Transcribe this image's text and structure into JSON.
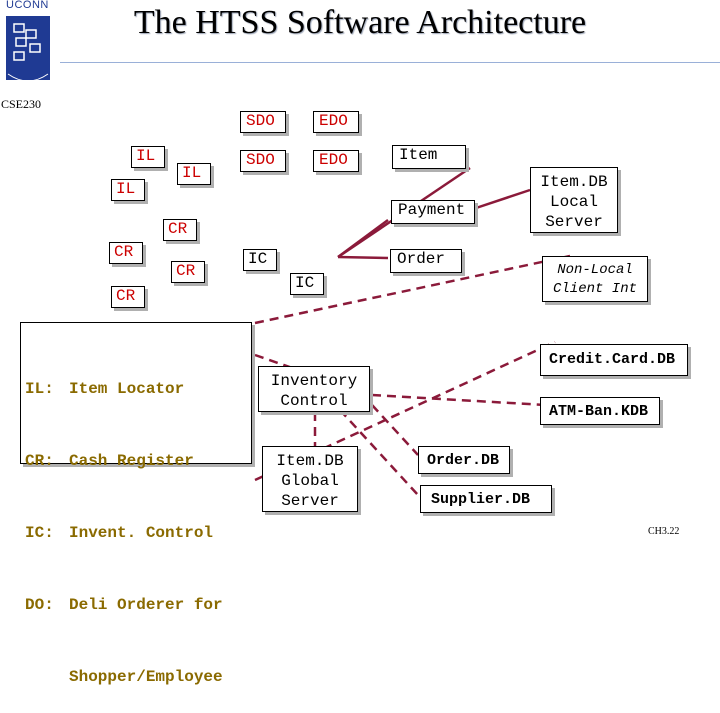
{
  "header": {
    "title": "The HTSS Software Architecture",
    "logo_text": "UCONN",
    "course": "CSE230",
    "slide_number": "CH3.22"
  },
  "colors": {
    "wire": "#8b1a3a",
    "label_red": "#cc0000",
    "legend_text": "#8a6a00"
  },
  "nodes": {
    "il1": "IL",
    "il2": "IL",
    "il3": "IL",
    "cr1": "CR",
    "cr2": "CR",
    "cr3": "CR",
    "cr4": "CR",
    "sdo1": "SDO",
    "sdo2": "SDO",
    "edo1": "EDO",
    "edo2": "EDO",
    "ic1": "IC",
    "ic2": "IC",
    "item": "Item",
    "payment": "Payment",
    "order": "Order",
    "itemdb_local": [
      "Item.DB",
      "Local",
      "Server"
    ],
    "nonlocal": [
      "Non-Local",
      "Client Int"
    ],
    "creditcard": "Credit.Card.DB",
    "atm": "ATM-Ban.KDB",
    "inventory": [
      "Inventory",
      "Control"
    ],
    "itemdb_global": [
      "Item.DB",
      "Global",
      "Server"
    ],
    "orderdb": "Order.DB",
    "supplierdb": "Supplier.DB"
  },
  "legend": [
    {
      "key": "IL:",
      "value": "Item Locator"
    },
    {
      "key": "CR:",
      "value": "Cash Register"
    },
    {
      "key": "IC:",
      "value": "Invent. Control"
    },
    {
      "key": "DO:",
      "value": "Deli Orderer for"
    },
    {
      "key": "",
      "value": "Shopper/Employee"
    }
  ]
}
